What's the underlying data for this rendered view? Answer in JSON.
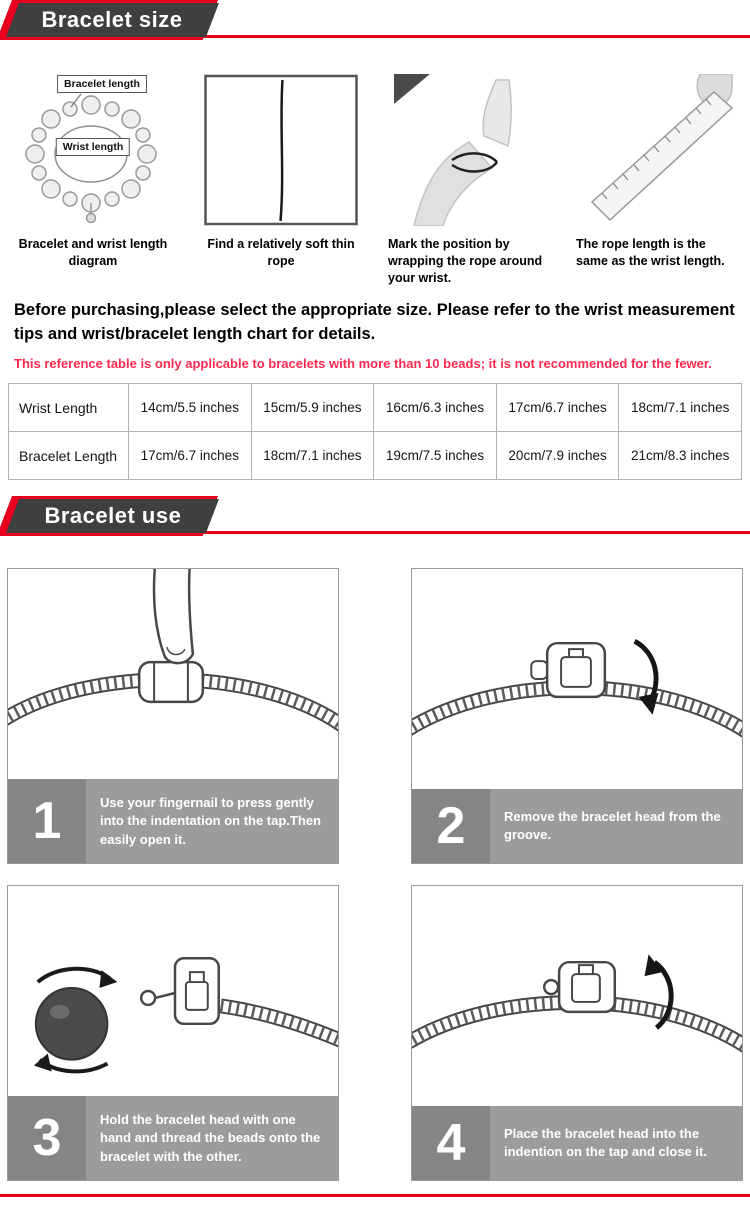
{
  "colors": {
    "accent": "#e8001f",
    "note_red": "#ff2a50",
    "banner_dark": "#3f3f3f",
    "bar_gray": "#9c9c9c",
    "bar_dark_gray": "#858585"
  },
  "size_section": {
    "banner_title": "Bracelet size",
    "diagram_labels": {
      "bracelet": "Bracelet length",
      "wrist": "Wrist length"
    },
    "steps": [
      {
        "caption": "Bracelet and wrist length diagram"
      },
      {
        "caption": "Find a relatively soft thin rope"
      },
      {
        "caption": "Mark the position by wrapping the rope around your wrist."
      },
      {
        "caption": "The rope length is the same as the wrist length."
      }
    ],
    "purchase_note": "Before purchasing,please select the appropriate size. Please refer to the wrist measurement tips and wrist/bracelet length chart for details.",
    "reference_note": "This reference table is only applicable to bracelets with more than 10 beads; it is not recommended for the fewer.",
    "size_table": {
      "rows": [
        {
          "label": "Wrist Length",
          "values": [
            "14cm/5.5 inches",
            "15cm/5.9 inches",
            "16cm/6.3 inches",
            "17cm/6.7 inches",
            "18cm/7.1 inches"
          ]
        },
        {
          "label": "Bracelet Length",
          "values": [
            "17cm/6.7 inches",
            "18cm/7.1 inches",
            "19cm/7.5 inches",
            "20cm/7.9 inches",
            "21cm/8.3 inches"
          ]
        }
      ]
    }
  },
  "use_section": {
    "banner_title": "Bracelet use",
    "steps": [
      {
        "number": "1",
        "text": "Use your fingernail to press gently into the indentation on the tap.Then easily open it."
      },
      {
        "number": "2",
        "text": "Remove the bracelet head from the groove."
      },
      {
        "number": "3",
        "text": "Hold the bracelet head with one hand and thread the beads onto the bracelet with the other."
      },
      {
        "number": "4",
        "text": "Place the bracelet head into the indention on the tap and close it."
      }
    ]
  }
}
